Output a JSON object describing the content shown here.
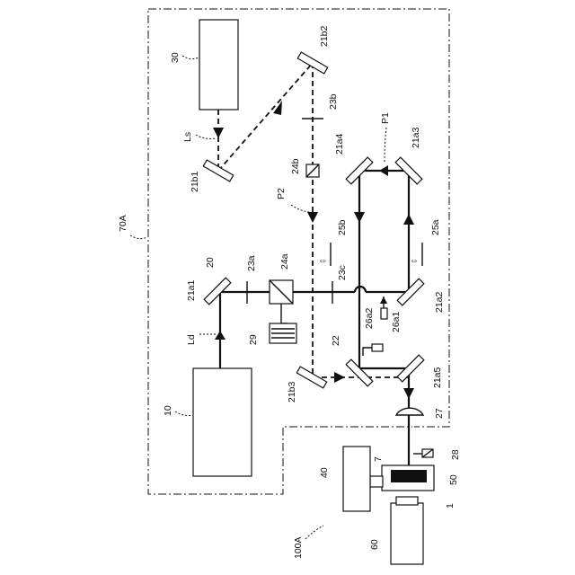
{
  "diagram": {
    "labels": {
      "system": "100A",
      "module": "70A",
      "laser_source": "10",
      "path_start": "20",
      "mirror_21a1": "21a1",
      "mirror_21a2": "21a2",
      "mirror_21a3": "21a3",
      "mirror_21a4": "21a4",
      "mirror_21a5": "21a5",
      "mirror_21b1": "21b1",
      "mirror_21b2": "21b2",
      "mirror_21b3": "21b3",
      "beam_splitter": "22",
      "waveplate_23a": "23a",
      "waveplate_23b": "23b",
      "waveplate_23c": "23c",
      "polarizer_24a": "24a",
      "polarizer_24b": "24b",
      "shutter_25a": "25a",
      "shutter_25b": "25b",
      "sensor_26a1": "26a1",
      "sensor_26a2": "26a2",
      "lens": "27",
      "sensor_28": "28",
      "module_29": "29",
      "probe_source": "30",
      "unit_40": "40",
      "stage": "50",
      "camera": "60",
      "sample": "1",
      "holder": "7",
      "beam_ld": "Ld",
      "beam_ls": "Ls",
      "path_p1": "P1",
      "path_p2": "P2"
    }
  }
}
